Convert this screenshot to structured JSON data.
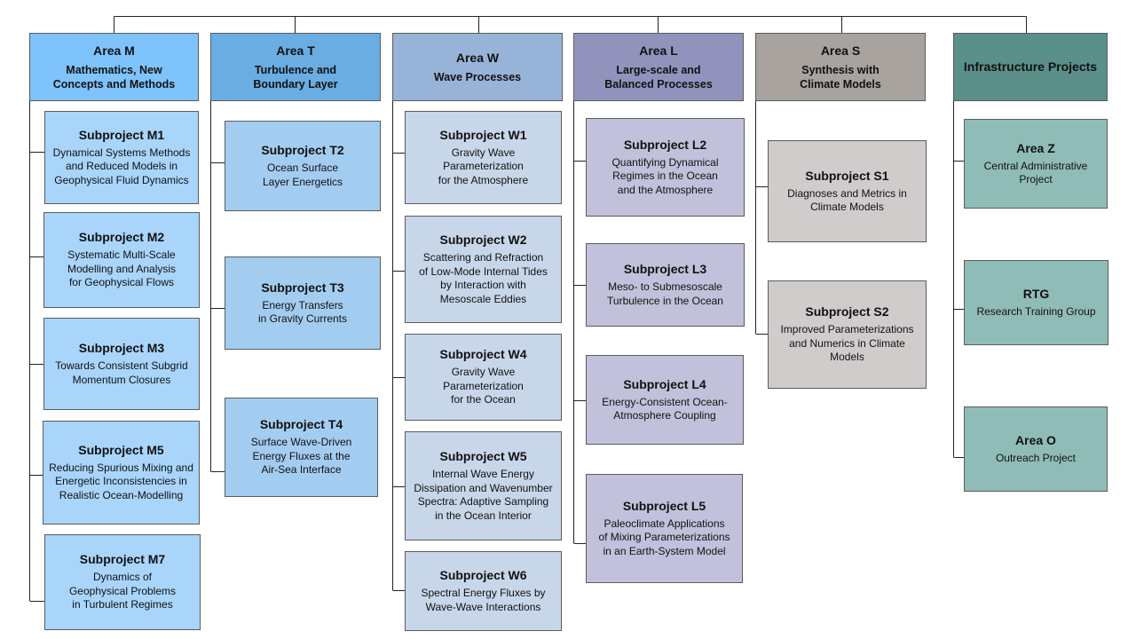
{
  "colors": {
    "M": {
      "header": "#7ec3fc",
      "item": "#a9d5fb"
    },
    "T": {
      "header": "#69ade3",
      "item": "#a3cdf0"
    },
    "W": {
      "header": "#98b3d8",
      "item": "#c8d6ea"
    },
    "L": {
      "header": "#9293bd",
      "item": "#c1c1db"
    },
    "S": {
      "header": "#a8a39e",
      "item": "#d0cccb"
    },
    "I": {
      "header": "#5a8f8a",
      "item": "#90bcb7"
    }
  },
  "areas": {
    "m": {
      "title": "Area M",
      "subtitle": "Mathematics, New\nConcepts and Methods",
      "items": [
        {
          "title": "Subproject M1",
          "desc": "Dynamical Systems Methods\nand Reduced Models in\nGeophysical Fluid Dynamics"
        },
        {
          "title": "Subproject M2",
          "desc": "Systematic Multi-Scale\nModelling and Analysis\nfor Geophysical Flows"
        },
        {
          "title": "Subproject M3",
          "desc": "Towards Consistent Subgrid\nMomentum Closures"
        },
        {
          "title": "Subproject M5",
          "desc": "Reducing Spurious Mixing and\nEnergetic Inconsistencies in\nRealistic Ocean-Modelling"
        },
        {
          "title": "Subproject M7",
          "desc": "Dynamics of\nGeophysical Problems\nin Turbulent Regimes"
        }
      ]
    },
    "t": {
      "title": "Area T",
      "subtitle": "Turbulence and\nBoundary Layer",
      "items": [
        {
          "title": "Subproject T2",
          "desc": "Ocean Surface\nLayer Energetics"
        },
        {
          "title": "Subproject T3",
          "desc": "Energy Transfers\nin Gravity Currents"
        },
        {
          "title": "Subproject T4",
          "desc": "Surface Wave-Driven\nEnergy Fluxes at the\nAir-Sea Interface"
        }
      ]
    },
    "w": {
      "title": "Area W",
      "subtitle": "Wave Processes",
      "items": [
        {
          "title": "Subproject W1",
          "desc": "Gravity Wave\nParameterization\nfor the Atmosphere"
        },
        {
          "title": "Subproject W2",
          "desc": "Scattering and Refraction\nof Low-Mode Internal Tides\nby Interaction with\nMesoscale Eddies"
        },
        {
          "title": "Subproject W4",
          "desc": "Gravity Wave\nParameterization\nfor the Ocean"
        },
        {
          "title": "Subproject W5",
          "desc": "Internal Wave Energy\nDissipation and Wavenumber\nSpectra: Adaptive Sampling\nin the Ocean Interior"
        },
        {
          "title": "Subproject W6",
          "desc": "Spectral Energy Fluxes by\nWave-Wave Interactions"
        }
      ]
    },
    "l": {
      "title": "Area L",
      "subtitle": "Large-scale and\nBalanced Processes",
      "items": [
        {
          "title": "Subproject L2",
          "desc": "Quantifying Dynamical\nRegimes in the Ocean\nand the Atmosphere"
        },
        {
          "title": "Subproject L3",
          "desc": "Meso- to Submesoscale\nTurbulence in the Ocean"
        },
        {
          "title": "Subproject L4",
          "desc": "Energy-Consistent Ocean-\nAtmosphere Coupling"
        },
        {
          "title": "Subproject L5",
          "desc": "Paleoclimate Applications\nof Mixing Parameterizations\nin an Earth-System Model"
        }
      ]
    },
    "s": {
      "title": "Area S",
      "subtitle": "Synthesis with\nClimate Models",
      "items": [
        {
          "title": "Subproject S1",
          "desc": "Diagnoses and Metrics in\nClimate Models"
        },
        {
          "title": "Subproject S2",
          "desc": "Improved Parameterizations\nand Numerics in Climate\nModels"
        }
      ]
    },
    "i": {
      "title": "Infrastructure Projects",
      "items": [
        {
          "title": "Area Z",
          "desc": "Central Administrative\nProject"
        },
        {
          "title": "RTG",
          "desc": "Research Training Group"
        },
        {
          "title": "Area O",
          "desc": "Outreach Project"
        }
      ]
    }
  }
}
